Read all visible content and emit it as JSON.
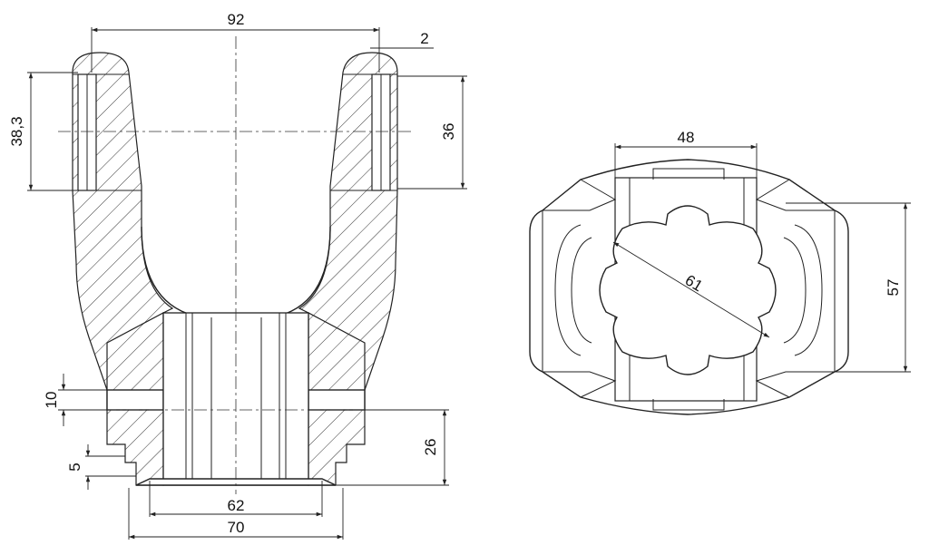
{
  "dimensions": {
    "top_width": "92",
    "pin_offset": "2",
    "left_height": "38,3",
    "right_height": "36",
    "gap_10": "10",
    "gap_5": "5",
    "height_26": "26",
    "bore_62": "62",
    "bore_70": "70",
    "width_48": "48",
    "diag_61": "61",
    "height_57": "57"
  }
}
